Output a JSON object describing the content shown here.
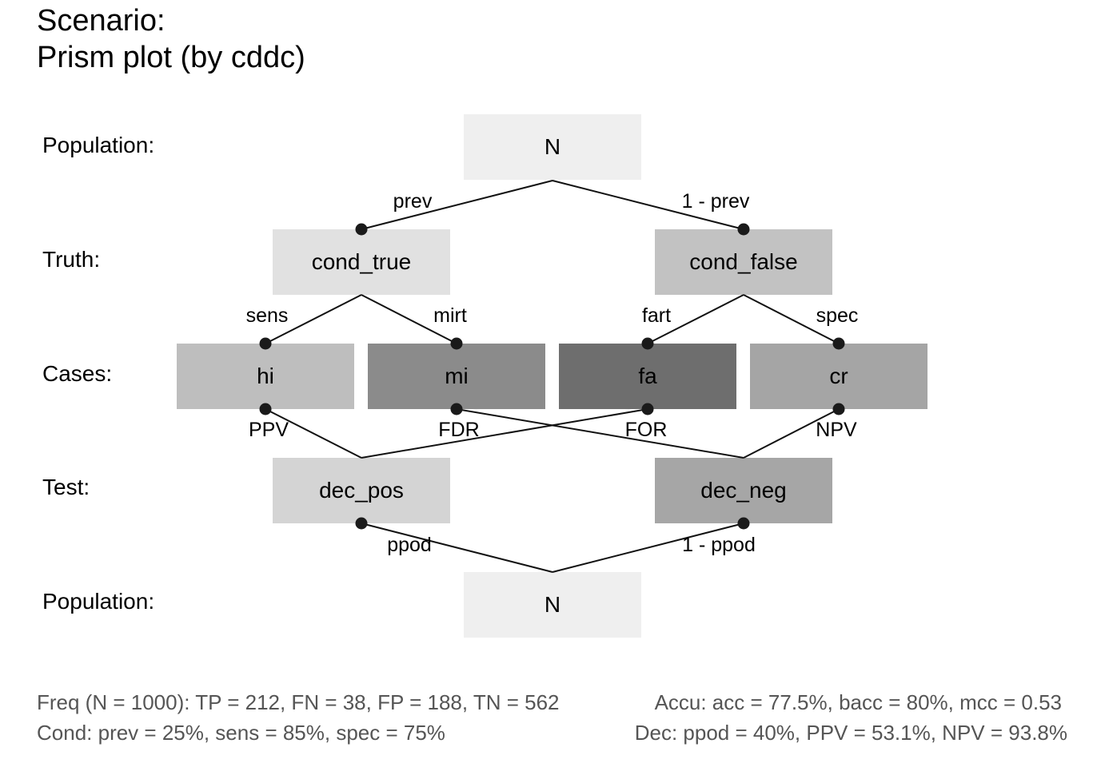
{
  "title": {
    "line1": "Scenario:",
    "line2": "Prism plot (by cddc)"
  },
  "row_labels": {
    "population_top": "Population:",
    "truth": "Truth:",
    "cases": "Cases:",
    "test": "Test:",
    "population_bottom": "Population:"
  },
  "boxes": {
    "n_top": {
      "label": "N",
      "fill": "#efefef"
    },
    "cond_true": {
      "label": "cond_true",
      "fill": "#e1e1e1"
    },
    "cond_false": {
      "label": "cond_false",
      "fill": "#c2c2c2"
    },
    "hi": {
      "label": "hi",
      "fill": "#bebebe"
    },
    "mi": {
      "label": "mi",
      "fill": "#8b8b8b"
    },
    "fa": {
      "label": "fa",
      "fill": "#6e6e6e"
    },
    "cr": {
      "label": "cr",
      "fill": "#a5a5a5"
    },
    "dec_pos": {
      "label": "dec_pos",
      "fill": "#d4d4d4"
    },
    "dec_neg": {
      "label": "dec_neg",
      "fill": "#a6a6a6"
    },
    "n_bottom": {
      "label": "N",
      "fill": "#efefef"
    }
  },
  "edge_labels": {
    "prev": "prev",
    "one_minus_prev": "1 - prev",
    "sens": "sens",
    "mirt": "mirt",
    "fart": "fart",
    "spec": "spec",
    "ppv": "PPV",
    "fdr": "FDR",
    "for": "FOR",
    "npv": "NPV",
    "ppod": "ppod",
    "one_minus_ppod": "1 - ppod"
  },
  "footer": {
    "freq": "Freq (N = 1000):  TP = 212, FN = 38, FP = 188, TN = 562",
    "accu": "Accu:  acc = 77.5%, bacc = 80%, mcc = 0.53",
    "cond": "Cond:  prev = 25%, sens = 85%, spec = 75%",
    "dec": "Dec:  ppod = 40%, PPV = 53.1%, NPV = 93.8%"
  }
}
